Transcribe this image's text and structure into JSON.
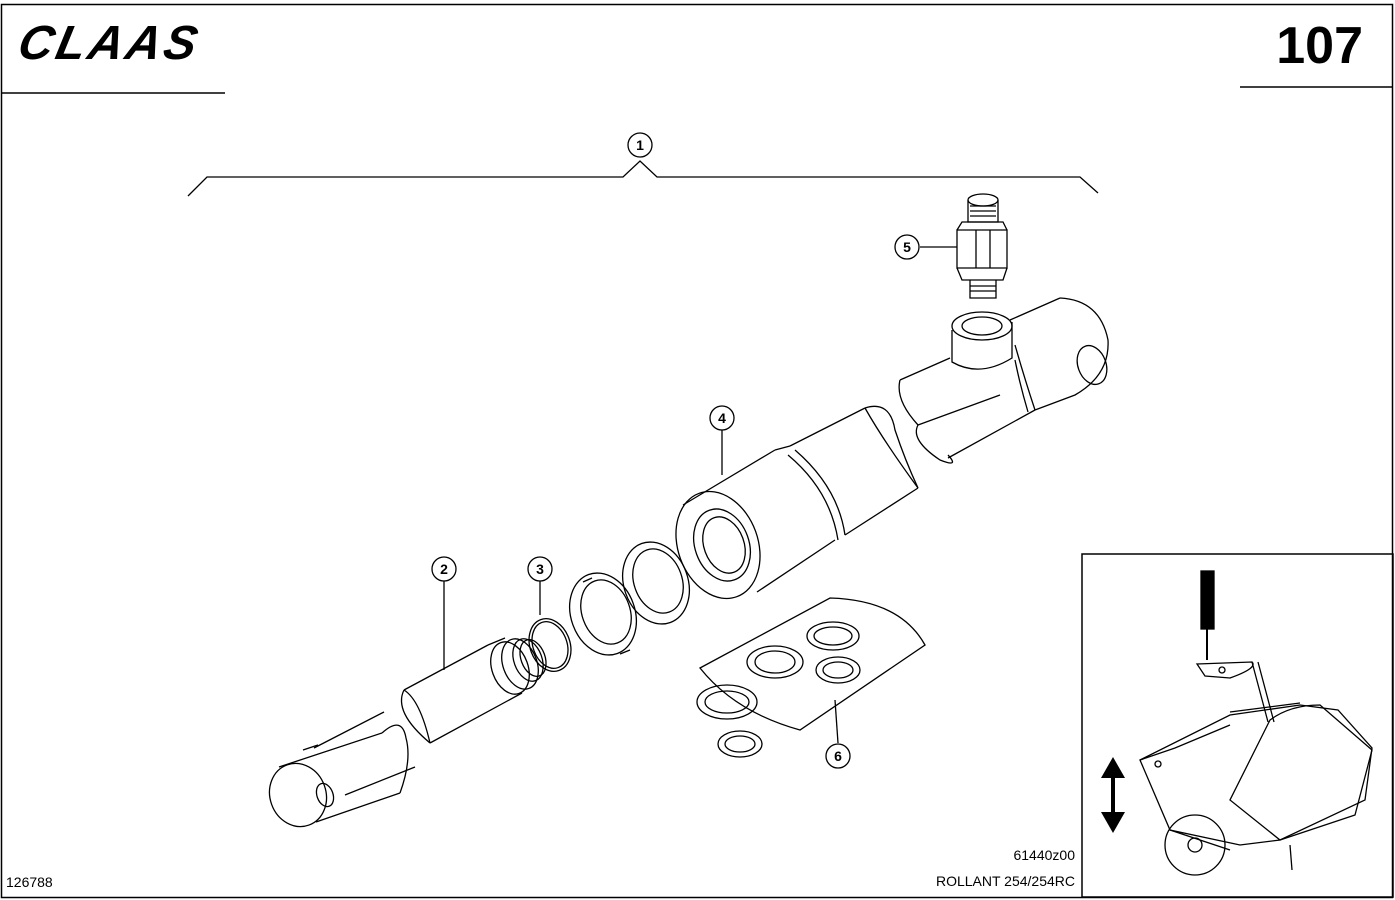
{
  "header": {
    "brand": "CLAAS",
    "page_number": "107"
  },
  "callouts": [
    "1",
    "2",
    "3",
    "4",
    "5",
    "6"
  ],
  "footer": {
    "document_number": "126788",
    "drawing_number": "61440z00",
    "model": "ROLLANT 254/254RC"
  },
  "icons": {
    "inset": "baler-location-icon",
    "arrow": "up-down-arrow-icon"
  }
}
